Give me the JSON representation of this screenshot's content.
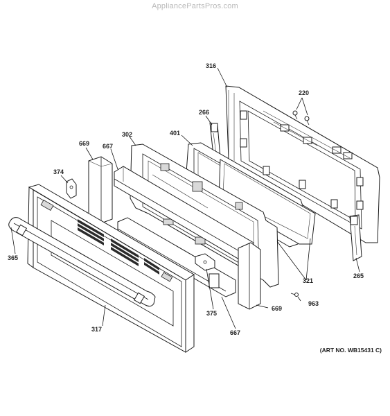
{
  "watermark": "AppliancePartsPros.com",
  "art_number": "(ART NO. WB15431 C)",
  "callouts": {
    "p316": "316",
    "p220": "220",
    "p266": "266",
    "p401": "401",
    "p302": "302",
    "p669a": "669",
    "p667a": "667",
    "p374": "374",
    "p365": "365",
    "p317": "317",
    "p375": "375",
    "p667b": "667",
    "p669b": "669",
    "p321": "321",
    "p963": "963",
    "p265": "265"
  }
}
